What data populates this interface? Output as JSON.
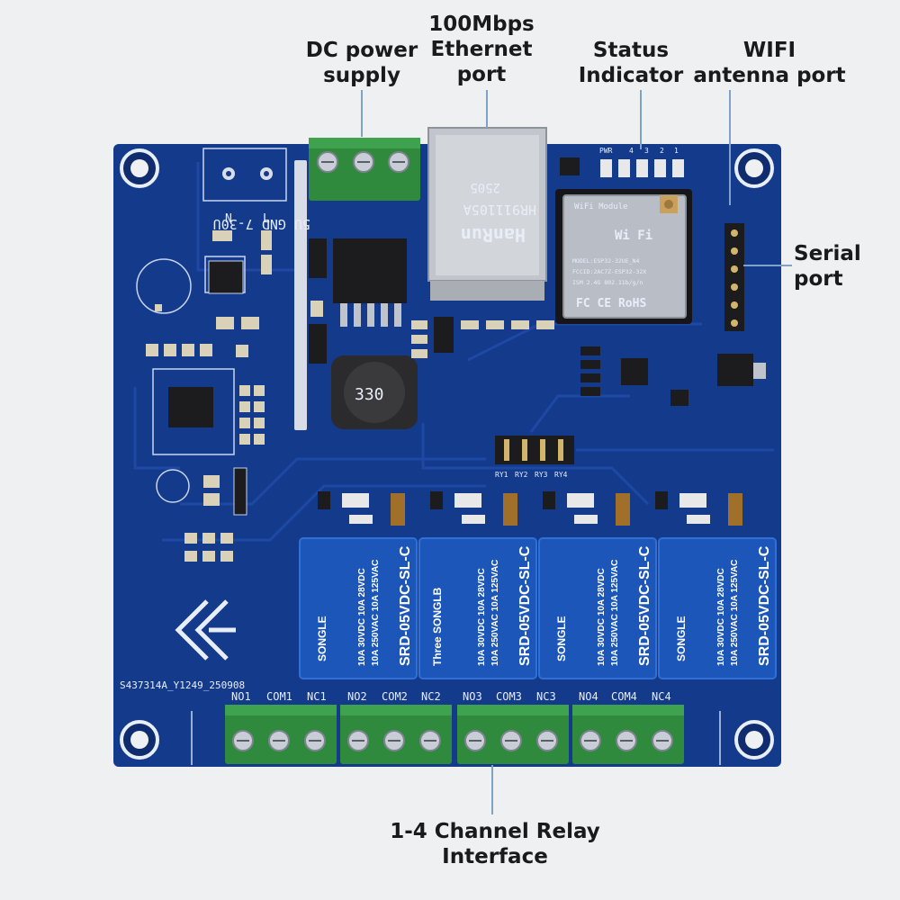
{
  "callouts": {
    "dc_power": {
      "line1": "DC power",
      "line2": "supply"
    },
    "ethernet": {
      "line1": "100Mbps",
      "line2": "Ethernet",
      "line3": "port"
    },
    "status": {
      "line1": "Status",
      "line2": "Indicator"
    },
    "wifi": {
      "line1": "WIFI",
      "line2": "antenna port"
    },
    "serial": {
      "line1": "Serial",
      "line2": "port"
    },
    "relay": {
      "line1": "1-4 Channel Relay",
      "line2": "Interface"
    }
  },
  "board": {
    "serial_code": "S437314A_Y1249_250908",
    "ac_labels": [
      "N",
      "L"
    ],
    "power_label": "5U GND 7-30U",
    "inductor_label": "330",
    "ethernet_jack": {
      "brand": "HanRun",
      "model": "HR911105A",
      "date": "2505"
    },
    "status_leds": [
      "1",
      "2",
      "3",
      "4",
      "PWR"
    ],
    "relay_header": [
      "RY1",
      "RY2",
      "RY3",
      "RY4"
    ],
    "wifi_module": {
      "title": "WiFi Module",
      "line1": "MODEL:ESP32-32UE_N4",
      "line2": "FCCID:2AC7Z-ESP32-32X",
      "line3": "ISM 2.4G 802.11b/g/n",
      "logo": "Wi Fi",
      "cert": "FC CE RoHS"
    },
    "relays": [
      {
        "brand": "SONGLE",
        "model": "SRD-05VDC-SL-C",
        "rating1": "10A 250VAC 10A 125VAC",
        "rating2": "10A 30VDC 10A 28VDC"
      },
      {
        "brand": "Three SONGLB",
        "model": "SRD-05VDC-SL-C",
        "rating1": "10A 250VAC 10A 125VAC",
        "rating2": "10A 30VDC 10A 28VDC"
      },
      {
        "brand": "SONGLE",
        "model": "SRD-05VDC-SL-C",
        "rating1": "10A 250VAC 10A 125VAC",
        "rating2": "10A 30VDC 10A 28VDC"
      },
      {
        "brand": "SONGLE",
        "model": "SRD-05VDC-SL-C",
        "rating1": "10A 250VAC 10A 125VAC",
        "rating2": "10A 30VDC 10A 28VDC"
      }
    ],
    "terminal_labels": [
      [
        "NO1",
        "COM1",
        "NC1"
      ],
      [
        "NO2",
        "COM2",
        "NC2"
      ],
      [
        "NO3",
        "COM3",
        "NC3"
      ],
      [
        "NO4",
        "COM4",
        "NC4"
      ]
    ]
  },
  "colors": {
    "pcb": "#143a8c",
    "terminal": "#2f8a3e",
    "relay": "#1b56b8",
    "label": "#1a1a1a",
    "leader": "#7fa3c6"
  }
}
